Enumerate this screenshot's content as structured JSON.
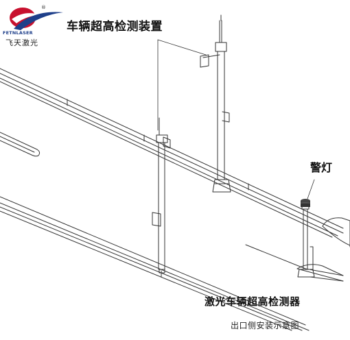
{
  "brand": {
    "latin_name": "FETNLASER",
    "chinese_name": "飞天激光",
    "registered_mark": "®",
    "colors": {
      "swoosh_red": "#c8102e",
      "swoosh_blue": "#1e3f8a"
    }
  },
  "labels": {
    "device_title": "车辆超高检测装置",
    "warning_lamp": "警灯",
    "product_name": "激光车辆超高检测器",
    "caption": "出口侧安装示意图"
  },
  "icons": {
    "logo": "fetnlaser-logo-icon",
    "laser_unit": "laser-emitter-icon",
    "warning_lamp": "warning-beacon-icon"
  }
}
